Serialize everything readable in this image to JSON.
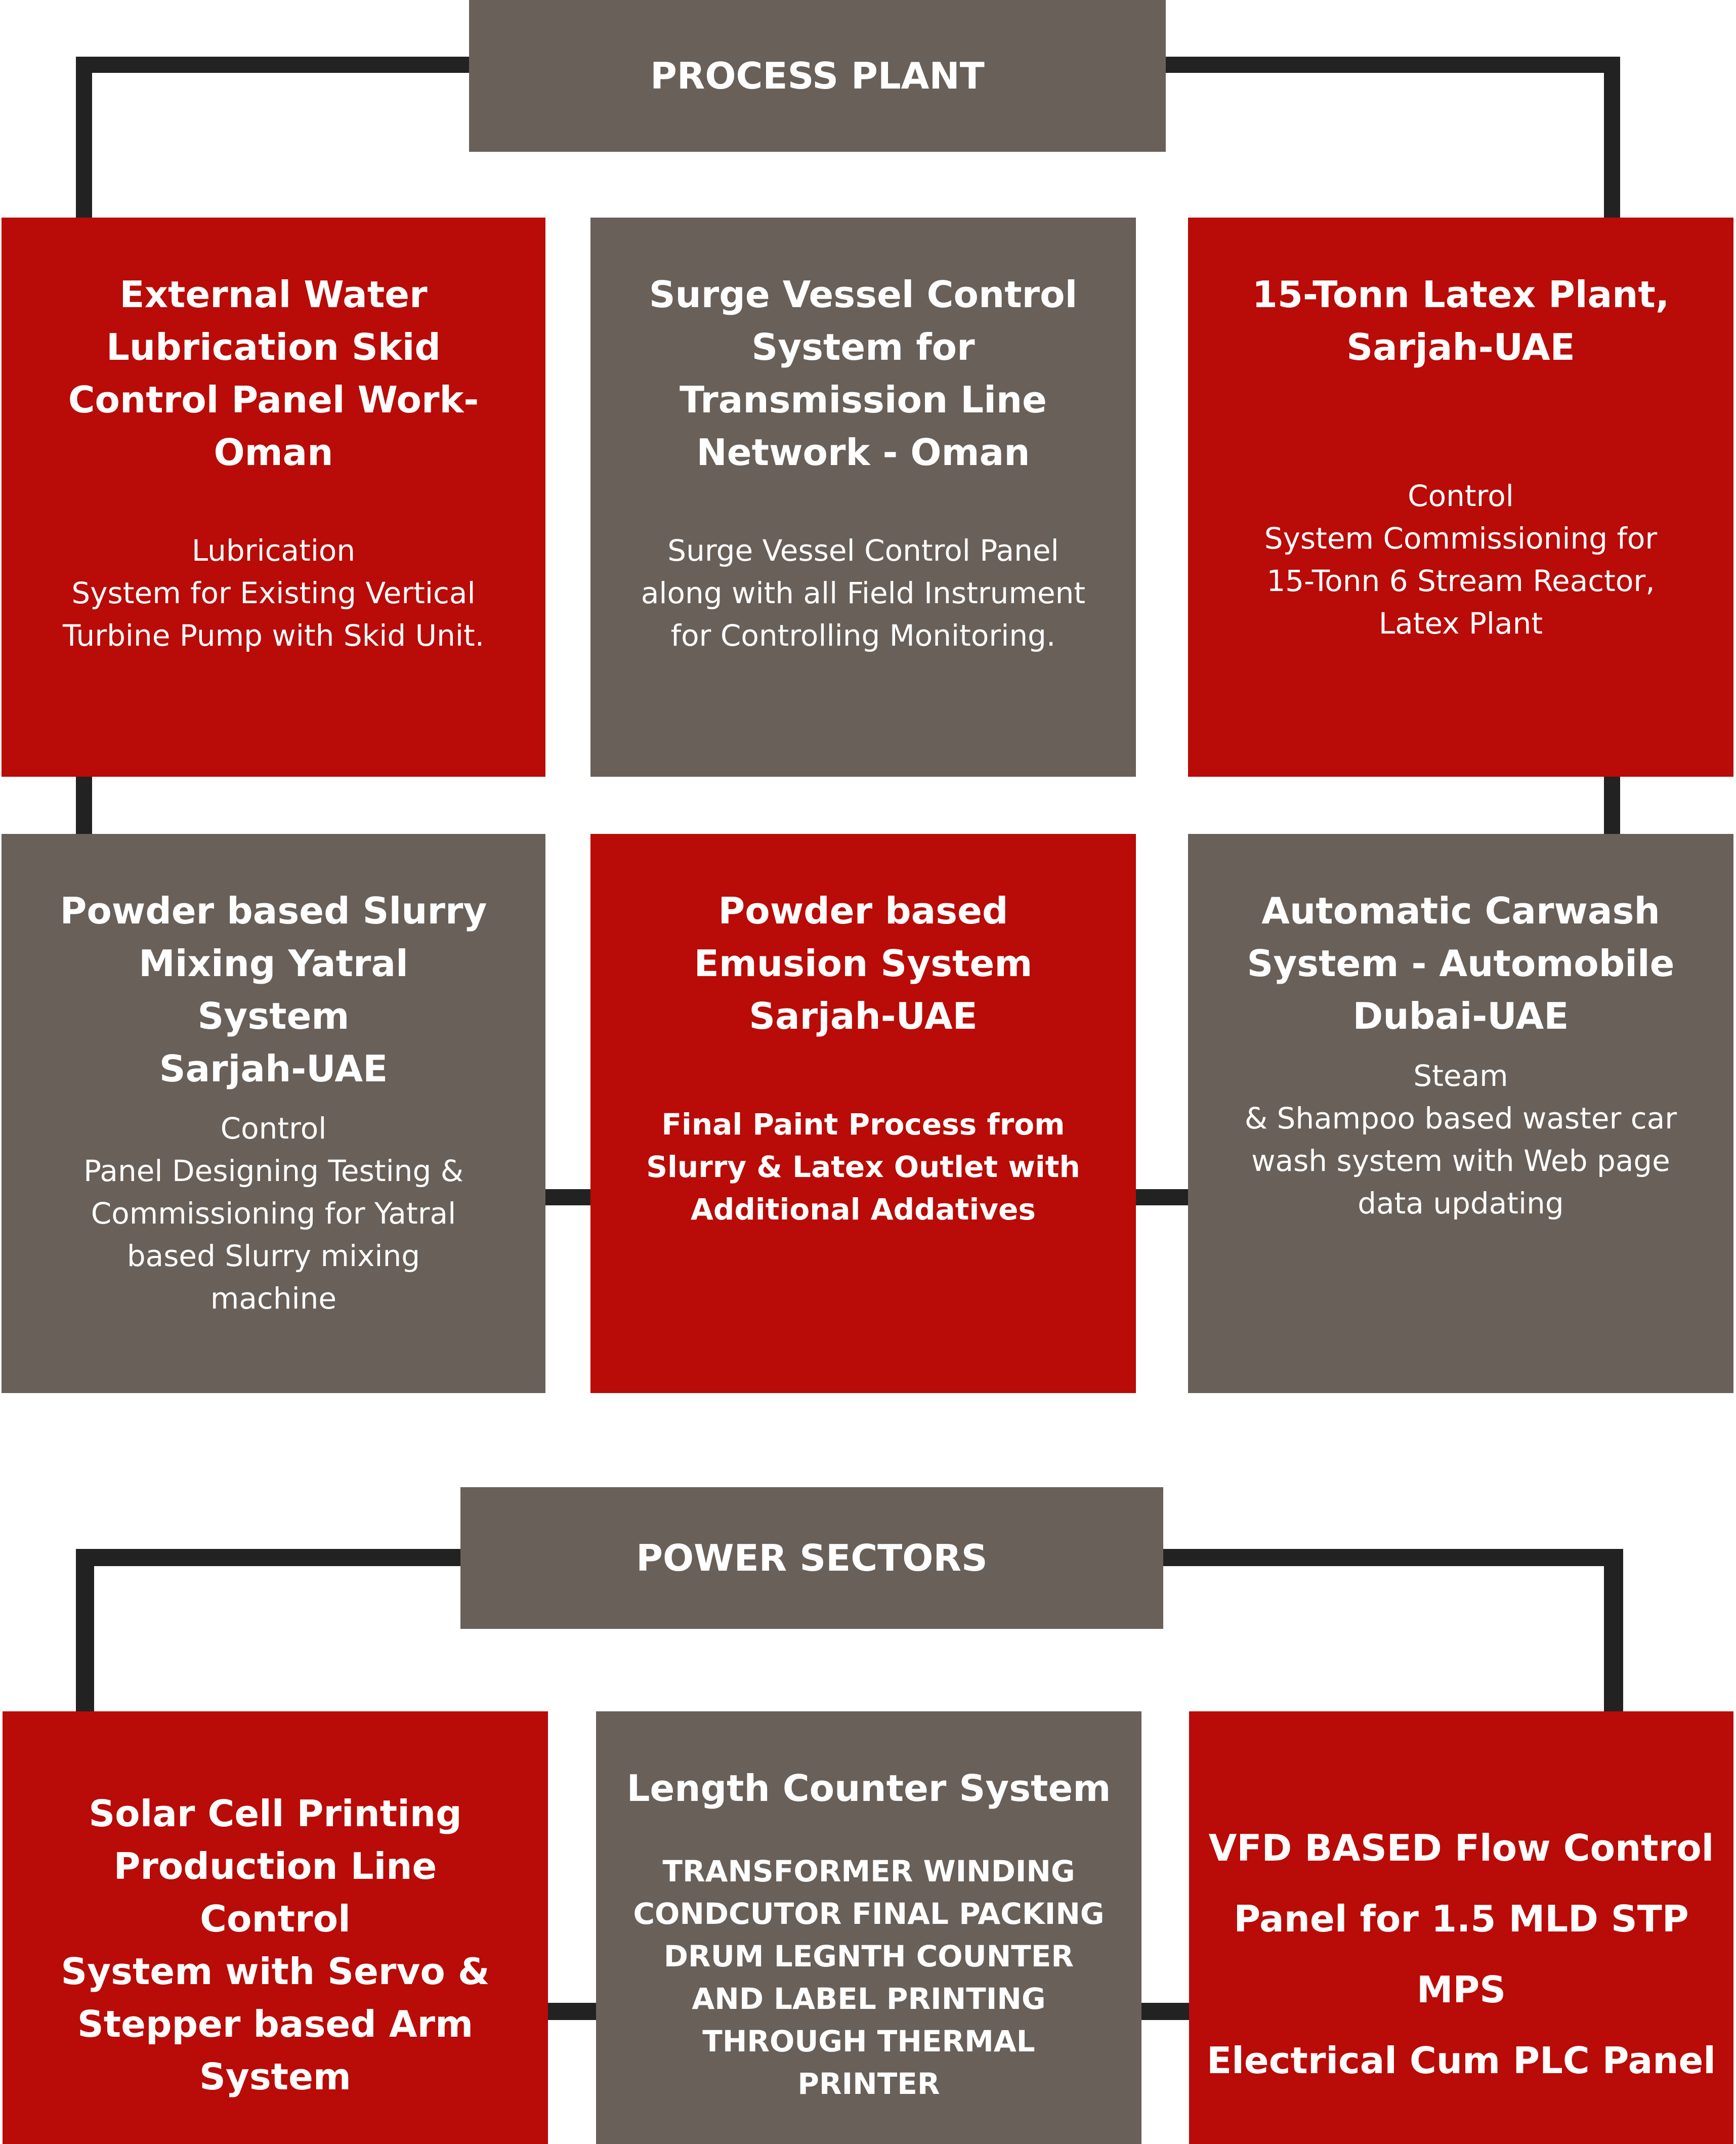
{
  "colors": {
    "red": "#b90b07",
    "gray": "#686059",
    "connector": "#222222"
  },
  "process_plant": {
    "header": "PROCESS PLANT",
    "boxes": [
      {
        "title": "External Water\nLubrication Skid\nControl Panel Work-\nOman",
        "desc": "Lubrication\nSystem for Existing Vertical\nTurbine Pump with Skid Unit."
      },
      {
        "title": "Surge Vessel Control\nSystem for\nTransmission Line\nNetwork - Oman",
        "desc": "Surge Vessel Control Panel\nalong with all Field Instrument\nfor Controlling  Monitoring."
      },
      {
        "title": "15-Tonn Latex Plant,\nSarjah-UAE",
        "desc": "Control\nSystem Commissioning for\n15-Tonn 6 Stream Reactor,\nLatex Plant"
      },
      {
        "title": "Powder based Slurry\nMixing Yatral\nSystem\nSarjah-UAE",
        "desc": "Control\nPanel Designing Testing &\nCommissioning for Yatral\nbased Slurry mixing\nmachine"
      },
      {
        "title": "Powder based\nEmusion System\nSarjah-UAE",
        "desc": "Final Paint Process from\nSlurry & Latex Outlet with\nAdditional Addatives"
      },
      {
        "title": "Automatic Carwash\nSystem - Automobile\nDubai-UAE",
        "desc": "Steam\n& Shampoo based waster car\nwash system with Web page\ndata updating"
      }
    ]
  },
  "power_sectors": {
    "header": "POWER SECTORS",
    "boxes": [
      {
        "title": "Solar Cell Printing\nProduction Line Control\nSystem with Servo &\nStepper based Arm\nSystem"
      },
      {
        "title": "Length Counter System",
        "desc": "TRANSFORMER WINDING\nCONDCUTOR FINAL PACKING\nDRUM LEGNTH COUNTER\nAND LABEL PRINTING\nTHROUGH THERMAL PRINTER"
      },
      {
        "title": "VFD BASED Flow Control\nPanel for 1.5 MLD STP MPS\nElectrical Cum PLC Panel"
      }
    ]
  }
}
